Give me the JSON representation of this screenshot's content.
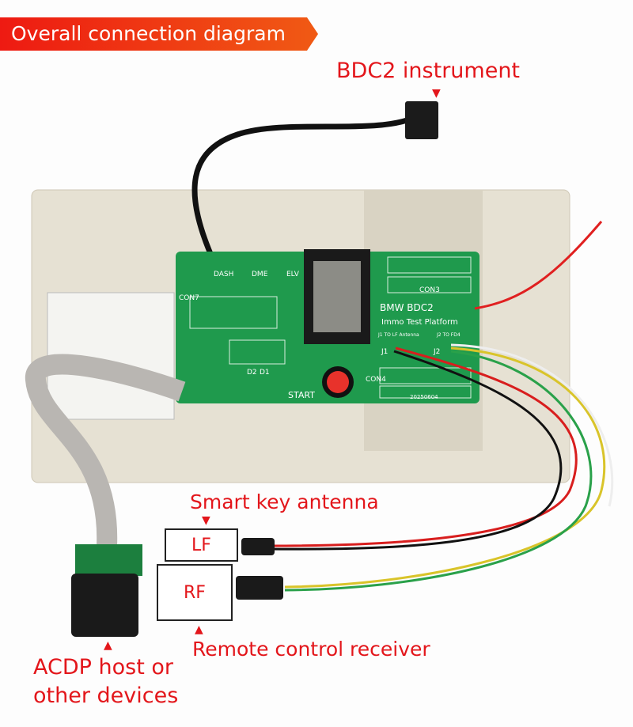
{
  "header": {
    "title": "Overall connection diagram"
  },
  "labels": {
    "bdc2_instrument": "BDC2 instrument",
    "smart_key_antenna": "Smart key antenna",
    "lf": "LF",
    "rf": "RF",
    "remote_control_receiver": "Remote control receiver",
    "acdp_line1": "ACDP host or",
    "acdp_line2": "other devices"
  },
  "pcb": {
    "brand": "BMW BDC2",
    "subtitle": "Immo Test Platform",
    "con3": "CON3",
    "con4": "CON4",
    "con7": "CON7",
    "start": "START",
    "dash": "DASH",
    "dme": "DME",
    "elv": "ELV",
    "d2": "D2",
    "d1": "D1",
    "j1": "J1",
    "j2": "J2",
    "j1_note": "J1 TO LF Antenna",
    "j2_note": "J2 TO FD4",
    "date": "20250604"
  },
  "colors": {
    "accent": "#e3161b",
    "pcb": "#1f9a4d",
    "housing": "#e6e1d3"
  }
}
